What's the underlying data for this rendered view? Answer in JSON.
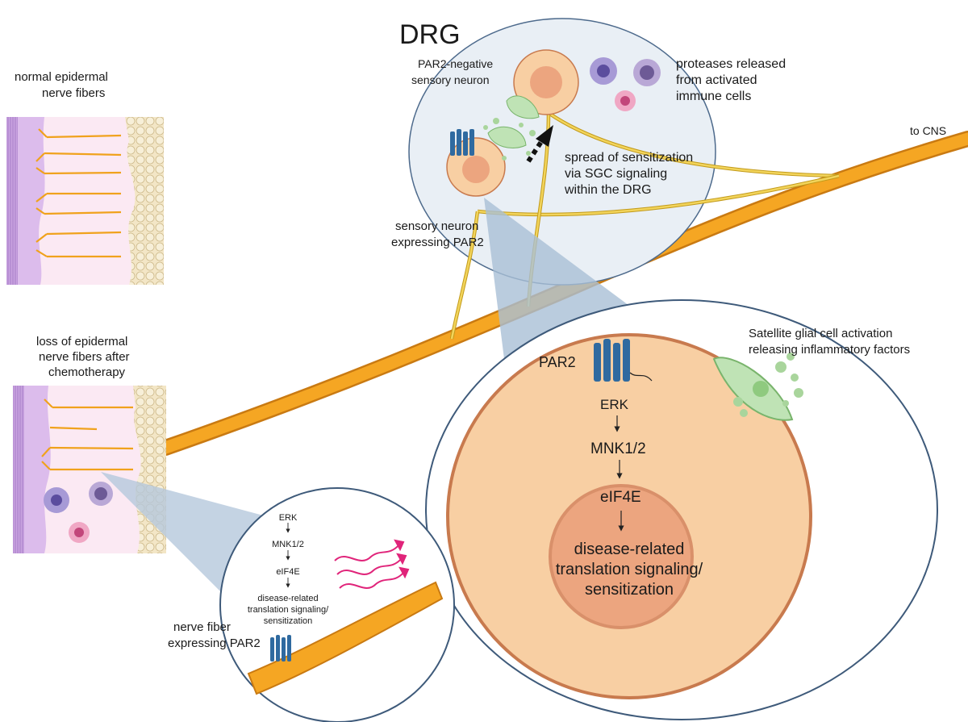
{
  "labels": {
    "drg_title": "DRG",
    "normal_fibers": [
      "normal epidermal",
      "nerve fibers"
    ],
    "loss_fibers": [
      "loss of epidermal",
      "nerve fibers after",
      "chemotherapy"
    ],
    "par2_negative": [
      "PAR2-negative",
      "sensory neuron"
    ],
    "proteases": [
      "proteases released",
      "from activated",
      "immune cells"
    ],
    "to_cns": "to CNS",
    "spread": [
      "spread of sensitization",
      "via SGC signaling",
      "within the DRG"
    ],
    "sensory_par2": [
      "sensory neuron",
      "expressing PAR2"
    ],
    "satellite": [
      "Satellite glial cell activation",
      "releasing inflammatory factors"
    ],
    "par2": "PAR2",
    "nerve_fiber_par2": [
      "nerve fiber",
      "expressing PAR2"
    ]
  },
  "large_pathway": {
    "steps": [
      "ERK",
      "MNK1/2",
      "eIF4E"
    ],
    "outcome": [
      "disease-related",
      "translation signaling/",
      "sensitization"
    ]
  },
  "small_pathway": {
    "steps": [
      "ERK",
      "MNK1/2",
      "eIF4E"
    ],
    "outcome": [
      "disease-related",
      "translation signaling/",
      "sensitization"
    ]
  },
  "colors": {
    "nerve": "#f5a623",
    "nerve_edge": "#c97a12",
    "neuron_fill": "#f8cfa3",
    "nucleus": "#eca57f",
    "cell_edge": "#c87a4e",
    "drg_fill": "#e9eff5",
    "outline": "#4d6a8c",
    "glia": "#bfe3b5",
    "receptor": "#2f6aa0",
    "dermis": "#fbe9f3",
    "epidermis": "#d8b7ea",
    "fat": "#f3e6c6"
  }
}
